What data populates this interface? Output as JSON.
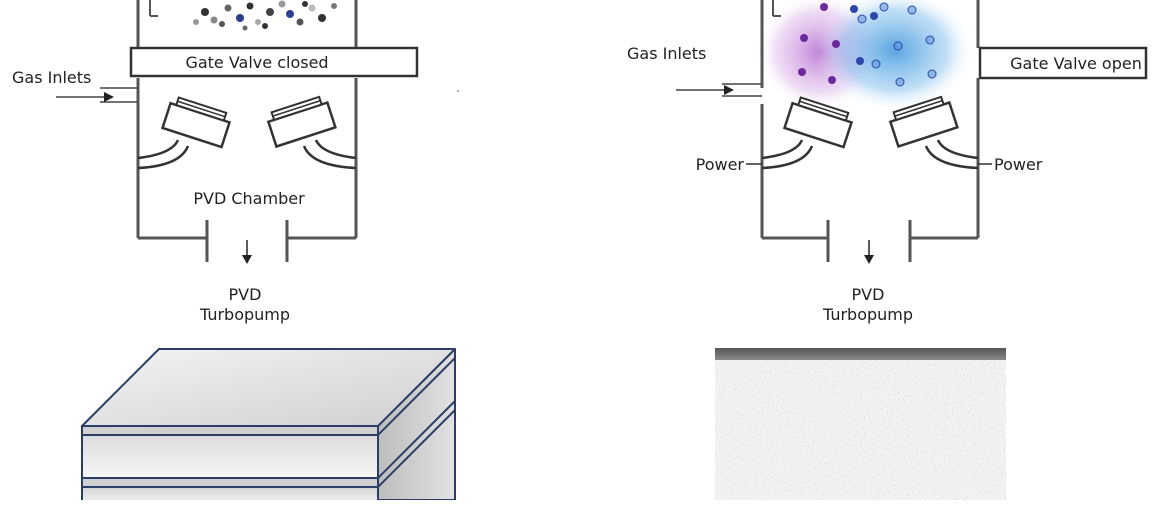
{
  "left_panel": {
    "gas_inlets": "Gas Inlets",
    "gate_valve": "Gate Valve closed",
    "chamber": "PVD Chamber",
    "pump_line1": "PVD",
    "pump_line2": "Turbopump"
  },
  "right_panel": {
    "gas_inlets": "Gas Inlets",
    "gate_valve": "Gate Valve open",
    "power_left": "Power",
    "power_right": "Power",
    "pump_line1": "PVD",
    "pump_line2": "Turbopump"
  },
  "colors": {
    "outline": "#555555",
    "stack_edge": "#2c3e66",
    "plasma_blue": "#5aa7e0",
    "plasma_purple": "#b472cc"
  }
}
